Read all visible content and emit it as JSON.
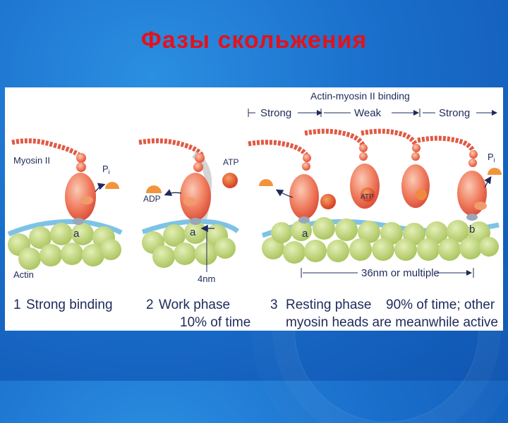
{
  "slide": {
    "title": "Фазы скольжения",
    "colors": {
      "title": "#e3121b",
      "background": "#1a6fcc",
      "myosin": "#e8624a",
      "actin": "#b8cf6a",
      "tropomyosin": "#7ec3e6"
    }
  },
  "figure": {
    "header": "Actin-myosin II binding",
    "strong_1": "Strong",
    "weak": "Weak",
    "strong_2": "Strong",
    "myosin_label": "Myosin II",
    "pi_1": "P",
    "pi_1_sub": "i",
    "actin_label": "Actin",
    "site_a1": "a",
    "atp_label": "ATP",
    "adp_label": "ADP",
    "site_a2": "a",
    "nm_label": "4nm",
    "site_a3": "a",
    "atp_head": "ATP",
    "pi_2": "P",
    "pi_2_sub": "i",
    "site_b": "b",
    "distance_label": "36nm or multiple",
    "caption_1_num": "1",
    "caption_1": "Strong binding",
    "caption_2_num": "2",
    "caption_2a": "Work phase",
    "caption_2b": "10% of time",
    "caption_3_num": "3",
    "caption_3a": "Resting phase",
    "caption_3b": "90% of time; other",
    "caption_3c": "myosin heads are meanwhile active"
  }
}
